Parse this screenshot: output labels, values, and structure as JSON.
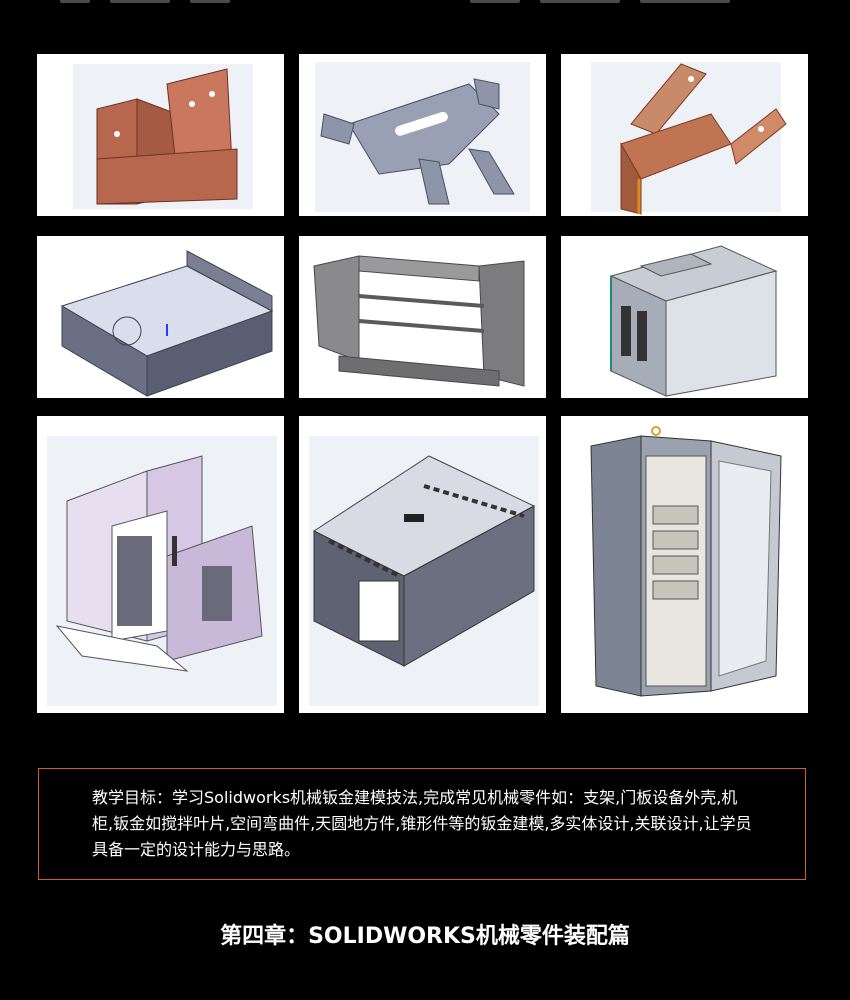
{
  "gallery": {
    "images": [
      {
        "name": "copper-bracket",
        "color": "#b8674f"
      },
      {
        "name": "steel-mounting-bracket",
        "color": "#8e95a8"
      },
      {
        "name": "copper-bent-busbar",
        "color": "#c07452"
      },
      {
        "name": "sheet-metal-tray-box",
        "color": "#6a6f83"
      },
      {
        "name": "steel-frame-weldment",
        "color": "#8a8a8c"
      },
      {
        "name": "equipment-cabinet-frame",
        "color": "#a6adb8"
      },
      {
        "name": "machine-enclosure-shell",
        "color": "#c9b9d8"
      },
      {
        "name": "vented-cabinet-housing",
        "color": "#5f6273"
      },
      {
        "name": "electrical-control-cabinet",
        "color": "#7d8595"
      }
    ]
  },
  "goal": {
    "text": "教学目标：学习Solidworks机械钣金建模技法,完成常见机械零件如：支架,门板设备外壳,机柜,钣金如搅拌叶片,空间弯曲件,天圆地方件,锥形件等的钣金建模,多实体设计,关联设计,让学员具备一定的设计能力与思路。",
    "border_color": "#c8622a"
  },
  "chapter": {
    "title": "第四章：SOLIDWORKS机械零件装配篇"
  }
}
